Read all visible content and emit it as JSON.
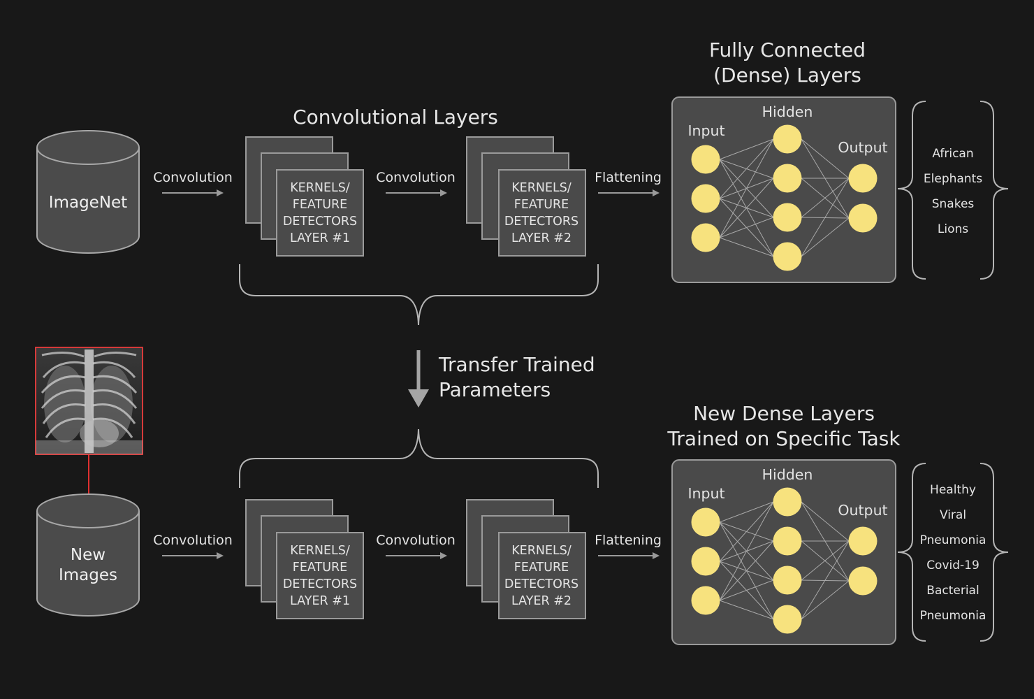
{
  "colors": {
    "background": "#181818",
    "box_fill": "#4a4a4a",
    "box_stroke": "#9a9a9a",
    "node_fill": "#f7e27e",
    "xray_border": "#d63a3a",
    "red_arrow": "#e03030"
  },
  "titles": {
    "conv_layers": "Convolutional Layers",
    "fc_line1": "Fully Connected",
    "fc_line2": "(Dense) Layers",
    "transfer_line1": "Transfer Trained",
    "transfer_line2": "Parameters",
    "new_dense_line1": "New Dense Layers",
    "new_dense_line2": "Trained on Specific Task"
  },
  "top": {
    "database_label": "ImageNet",
    "step1_label": "Convolution",
    "step2_label": "Convolution",
    "step3_label": "Flattening",
    "kernel1_lines": [
      "KERNELS/",
      "FEATURE",
      "DETECTORS",
      "LAYER #1"
    ],
    "kernel2_lines": [
      "KERNELS/",
      "FEATURE",
      "DETECTORS",
      "LAYER #2"
    ],
    "net": {
      "input": "Input",
      "hidden": "Hidden",
      "output": "Output"
    },
    "classes": [
      "African",
      "Elephants",
      "Snakes",
      "Lions"
    ]
  },
  "bottom": {
    "database_line1": "New",
    "database_line2": "Images",
    "step1_label": "Convolution",
    "step2_label": "Convolution",
    "step3_label": "Flattening",
    "kernel1_lines": [
      "KERNELS/",
      "FEATURE",
      "DETECTORS",
      "LAYER #1"
    ],
    "kernel2_lines": [
      "KERNELS/",
      "FEATURE",
      "DETECTORS",
      "LAYER #2"
    ],
    "net": {
      "input": "Input",
      "hidden": "Hidden",
      "output": "Output"
    },
    "classes": [
      "Healthy",
      "Viral",
      "Pneumonia",
      "Covid-19",
      "Bacterial",
      "Pneumonia"
    ]
  },
  "icons": {
    "database": "cylinder-database-icon",
    "xray": "chest-xray-image",
    "arrow": "right-arrow-icon"
  }
}
